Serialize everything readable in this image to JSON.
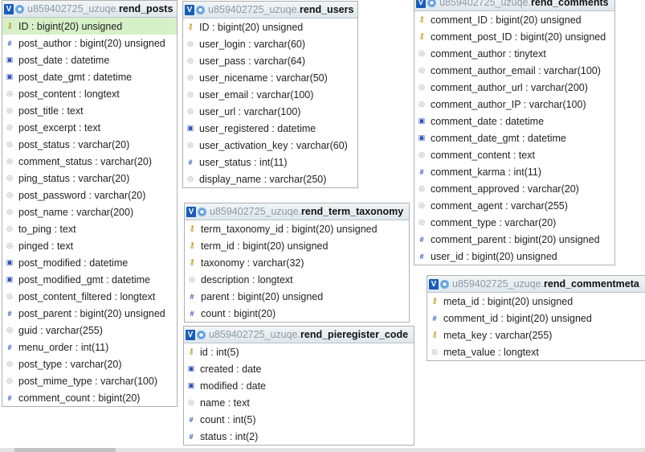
{
  "db_prefix": "u859402725_uzuqe.",
  "tables": [
    {
      "id": "rend_posts",
      "name": "rend_posts",
      "fields": [
        {
          "label": "ID : bigint(20) unsigned",
          "icon": "key",
          "highlight": true
        },
        {
          "label": "post_author : bigint(20) unsigned",
          "icon": "num"
        },
        {
          "label": "post_date : datetime",
          "icon": "date"
        },
        {
          "label": "post_date_gmt : datetime",
          "icon": "date"
        },
        {
          "label": "post_content : longtext",
          "icon": "text"
        },
        {
          "label": "post_title : text",
          "icon": "text"
        },
        {
          "label": "post_excerpt : text",
          "icon": "text"
        },
        {
          "label": "post_status : varchar(20)",
          "icon": "text"
        },
        {
          "label": "comment_status : varchar(20)",
          "icon": "text"
        },
        {
          "label": "ping_status : varchar(20)",
          "icon": "text"
        },
        {
          "label": "post_password : varchar(20)",
          "icon": "text"
        },
        {
          "label": "post_name : varchar(200)",
          "icon": "text"
        },
        {
          "label": "to_ping : text",
          "icon": "text"
        },
        {
          "label": "pinged : text",
          "icon": "text"
        },
        {
          "label": "post_modified : datetime",
          "icon": "date"
        },
        {
          "label": "post_modified_gmt : datetime",
          "icon": "date"
        },
        {
          "label": "post_content_filtered : longtext",
          "icon": "text"
        },
        {
          "label": "post_parent : bigint(20) unsigned",
          "icon": "num"
        },
        {
          "label": "guid : varchar(255)",
          "icon": "text"
        },
        {
          "label": "menu_order : int(11)",
          "icon": "num"
        },
        {
          "label": "post_type : varchar(20)",
          "icon": "text"
        },
        {
          "label": "post_mime_type : varchar(100)",
          "icon": "text"
        },
        {
          "label": "comment_count : bigint(20)",
          "icon": "num"
        }
      ]
    },
    {
      "id": "rend_users",
      "name": "rend_users",
      "fields": [
        {
          "label": "ID : bigint(20) unsigned",
          "icon": "key"
        },
        {
          "label": "user_login : varchar(60)",
          "icon": "text"
        },
        {
          "label": "user_pass : varchar(64)",
          "icon": "text"
        },
        {
          "label": "user_nicename : varchar(50)",
          "icon": "text"
        },
        {
          "label": "user_email : varchar(100)",
          "icon": "text"
        },
        {
          "label": "user_url : varchar(100)",
          "icon": "text"
        },
        {
          "label": "user_registered : datetime",
          "icon": "date"
        },
        {
          "label": "user_activation_key : varchar(60)",
          "icon": "text"
        },
        {
          "label": "user_status : int(11)",
          "icon": "num"
        },
        {
          "label": "display_name : varchar(250)",
          "icon": "text"
        }
      ]
    },
    {
      "id": "rend_term_taxonomy",
      "name": "rend_term_taxonomy",
      "fields": [
        {
          "label": "term_taxonomy_id : bigint(20) unsigned",
          "icon": "key"
        },
        {
          "label": "term_id : bigint(20) unsigned",
          "icon": "key"
        },
        {
          "label": "taxonomy : varchar(32)",
          "icon": "key"
        },
        {
          "label": "description : longtext",
          "icon": "text"
        },
        {
          "label": "parent : bigint(20) unsigned",
          "icon": "num"
        },
        {
          "label": "count : bigint(20)",
          "icon": "num"
        }
      ]
    },
    {
      "id": "rend_pieregister_code",
      "name": "rend_pieregister_code",
      "fields": [
        {
          "label": "id : int(5)",
          "icon": "key"
        },
        {
          "label": "created : date",
          "icon": "date"
        },
        {
          "label": "modified : date",
          "icon": "date"
        },
        {
          "label": "name : text",
          "icon": "text"
        },
        {
          "label": "count : int(5)",
          "icon": "num"
        },
        {
          "label": "status : int(2)",
          "icon": "num"
        }
      ]
    },
    {
      "id": "rend_comments",
      "name": "rend_comments",
      "fields": [
        {
          "label": "comment_ID : bigint(20) unsigned",
          "icon": "key"
        },
        {
          "label": "comment_post_ID : bigint(20) unsigned",
          "icon": "key"
        },
        {
          "label": "comment_author : tinytext",
          "icon": "text"
        },
        {
          "label": "comment_author_email : varchar(100)",
          "icon": "text"
        },
        {
          "label": "comment_author_url : varchar(200)",
          "icon": "text"
        },
        {
          "label": "comment_author_IP : varchar(100)",
          "icon": "text"
        },
        {
          "label": "comment_date : datetime",
          "icon": "date"
        },
        {
          "label": "comment_date_gmt : datetime",
          "icon": "date"
        },
        {
          "label": "comment_content : text",
          "icon": "text"
        },
        {
          "label": "comment_karma : int(11)",
          "icon": "num"
        },
        {
          "label": "comment_approved : varchar(20)",
          "icon": "text"
        },
        {
          "label": "comment_agent : varchar(255)",
          "icon": "text"
        },
        {
          "label": "comment_type : varchar(20)",
          "icon": "text"
        },
        {
          "label": "comment_parent : bigint(20) unsigned",
          "icon": "num"
        },
        {
          "label": "user_id : bigint(20) unsigned",
          "icon": "num"
        }
      ]
    },
    {
      "id": "rend_commentmeta",
      "name": "rend_commentmeta",
      "fields": [
        {
          "label": "meta_id : bigint(20) unsigned",
          "icon": "key"
        },
        {
          "label": "comment_id : bigint(20) unsigned",
          "icon": "num"
        },
        {
          "label": "meta_key : varchar(255)",
          "icon": "key"
        },
        {
          "label": "meta_value : longtext",
          "icon": "text"
        }
      ]
    }
  ],
  "toggle_label": "V",
  "icons": {
    "key": "⚷",
    "num": "#",
    "date": "▣",
    "text": "◎"
  },
  "colors": {
    "highlight": "#d6f0c8",
    "header_button": "#1a5db8",
    "prefix_text": "#8c9aa6"
  }
}
